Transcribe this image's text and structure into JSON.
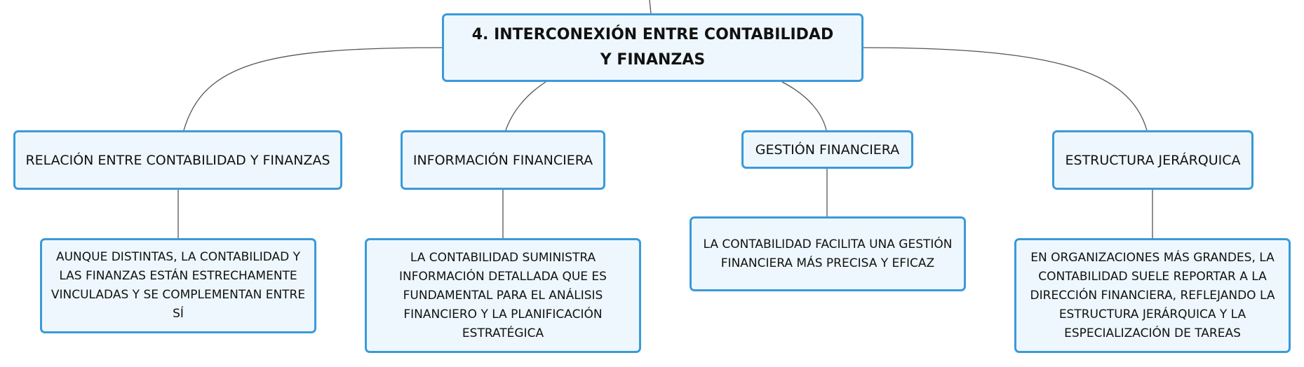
{
  "map": {
    "root": {
      "label": "4. INTERCONEXIÓN ENTRE CONTABILIDAD Y FINANZAS"
    },
    "topics": [
      {
        "label": "RELACIÓN ENTRE CONTABILIDAD Y FINANZAS",
        "detail": "AUNQUE DISTINTAS, LA CONTABILIDAD Y LAS FINANZAS ESTÁN ESTRECHAMENTE VINCULADAS Y SE COMPLEMENTAN ENTRE SÍ"
      },
      {
        "label": "INFORMACIÓN FINANCIERA",
        "detail": "LA CONTABILIDAD SUMINISTRA INFORMACIÓN DETALLADA QUE ES FUNDAMENTAL PARA EL ANÁLISIS FINANCIERO Y LA PLANIFICACIÓN ESTRATÉGICA"
      },
      {
        "label": "GESTIÓN FINANCIERA",
        "detail": "LA CONTABILIDAD FACILITA UNA GESTIÓN FINANCIERA MÁS PRECISA Y EFICAZ"
      },
      {
        "label": "ESTRUCTURA JERÁRQUICA",
        "detail": "EN ORGANIZACIONES MÁS GRANDES, LA CONTABILIDAD SUELE REPORTAR A LA DIRECCIÓN FINANCIERA, REFLEJANDO LA ESTRUCTURA JERÁRQUICA Y LA ESPECIALIZACIÓN DE TAREAS"
      }
    ]
  },
  "colors": {
    "node_fill": "#eef7fd",
    "node_border": "#3a9ad9",
    "connector": "#555555"
  }
}
